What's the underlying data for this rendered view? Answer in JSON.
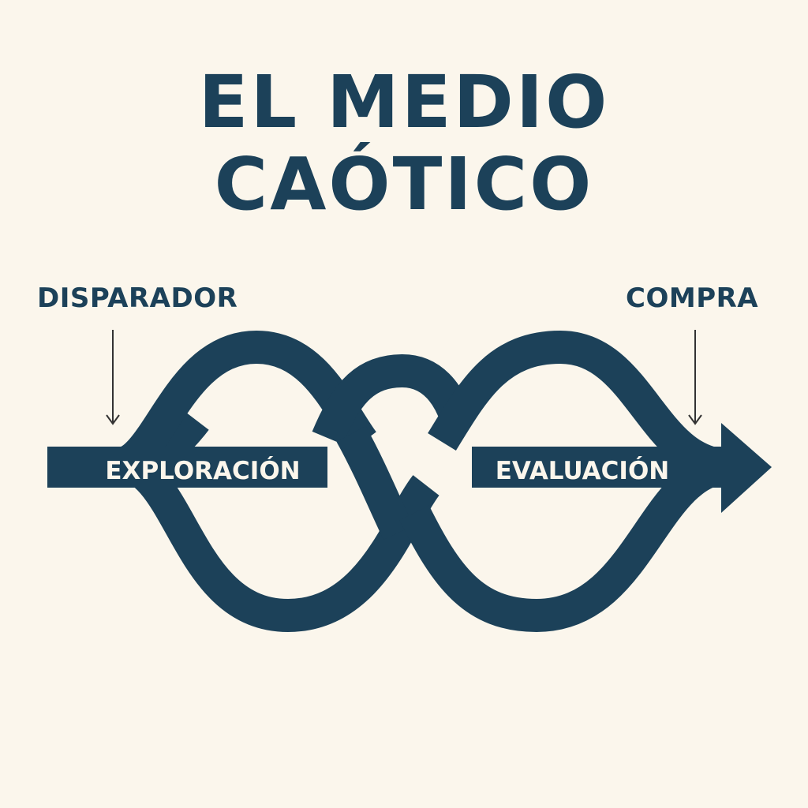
{
  "title": {
    "line1": "EL MEDIO",
    "line2": "CAÓTICO"
  },
  "labels": {
    "trigger": "DISPARADOR",
    "purchase": "COMPRA",
    "exploration": "EXPLORACIÓN",
    "evaluation": "EVALUACIÓN"
  },
  "colors": {
    "background": "#fbf6ec",
    "primary": "#1c4159",
    "arrow_line": "#333333",
    "band_text": "#fbf6ec"
  }
}
